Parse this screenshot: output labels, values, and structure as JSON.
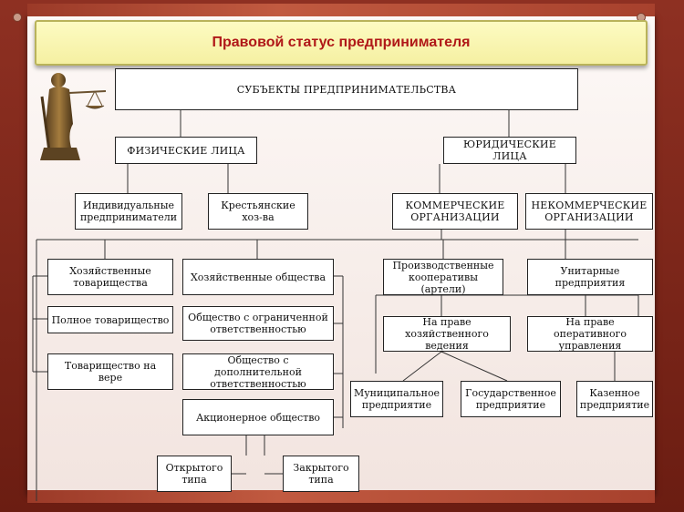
{
  "title": "Правовой статус предпринимателя",
  "nodes": {
    "root": "СУБЪЕКТЫ ПРЕДПРИНИМАТЕЛЬСТВА",
    "phys": "ФИЗИЧЕСКИЕ ЛИЦА",
    "legal": "ЮРИДИЧЕСКИЕ ЛИЦА",
    "indiv": "Индивидуальные предприниматели",
    "farm": "Крестьянские хоз-ва",
    "comm": "КОММЕРЧЕСКИЕ ОРГАНИЗАЦИИ",
    "noncomm": "НЕКОММЕРЧЕСКИЕ ОРГАНИЗАЦИИ",
    "partnerships": "Хозяйственные товарищества",
    "societies": "Хозяйственные общества",
    "coops": "Производственные кооперативы (артели)",
    "unitary": "Унитарные предприятия",
    "full": "Полное товарищество",
    "llc": "Общество с ограниченной ответственностью",
    "alc": "Общество с дополнительной ответственностью",
    "limited": "Товарищество на вере",
    "economic_mgmt": "На праве хозяйственного ведения",
    "operative_mgmt": "На праве оперативного управления",
    "jsc": "Акционерное общество",
    "municipal": "Муниципальное предприятие",
    "state": "Государственное предприятие",
    "treasury": "Казенное предприятие",
    "open": "Открытого типа",
    "closed": "Закрытого типа"
  }
}
